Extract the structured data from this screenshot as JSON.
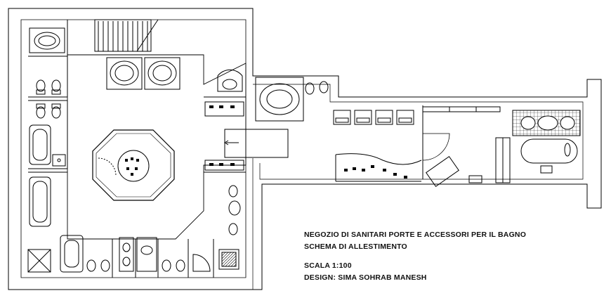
{
  "drawing": {
    "line_color": "#000000",
    "background": "#ffffff"
  },
  "title_block": {
    "line1": "NEGOZIO DI SANITARI PORTE E ACCESSORI PER IL BAGNO",
    "line2": "SCHEMA DI ALLESTIMENTO",
    "scale": "SCALA  1:100",
    "design": "DESIGN:  SIMA  SOHRAB MANESH"
  }
}
